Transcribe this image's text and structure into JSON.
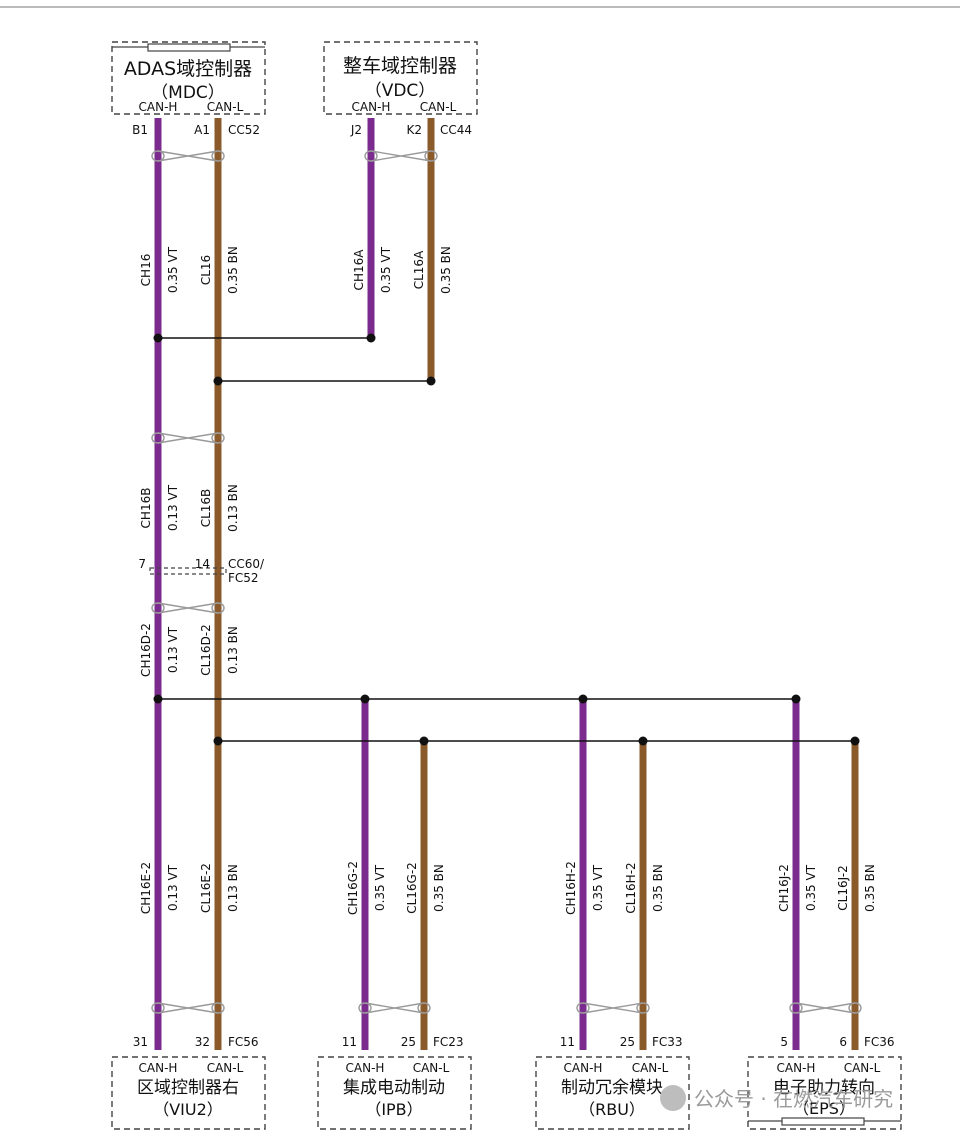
{
  "colors": {
    "vt": "#7b2a8e",
    "bn": "#8b5a2b",
    "line": "#111111"
  },
  "modules": {
    "mdc": {
      "name": "ADAS域控制器",
      "code": "（MDC）",
      "h": "CAN-H",
      "l": "CAN-L",
      "pin_h": "B1",
      "pin_l": "A1",
      "conn": "CC52"
    },
    "vdc": {
      "name": "整车域控制器",
      "code": "（VDC）",
      "h": "CAN-H",
      "l": "CAN-L",
      "pin_h": "J2",
      "pin_l": "K2",
      "conn": "CC44"
    },
    "viu2": {
      "name": "区域控制器右",
      "code": "（VIU2）",
      "h": "CAN-H",
      "l": "CAN-L",
      "pin_h": "31",
      "pin_l": "32",
      "conn": "FC56"
    },
    "ipb": {
      "name": "集成电动制动",
      "code": "（IPB）",
      "h": "CAN-H",
      "l": "CAN-L",
      "pin_h": "11",
      "pin_l": "25",
      "conn": "FC23"
    },
    "rbu": {
      "name": "制动冗余模块",
      "code": "（RBU）",
      "h": "CAN-H",
      "l": "CAN-L",
      "pin_h": "11",
      "pin_l": "25",
      "conn": "FC33"
    },
    "eps": {
      "name": "电子助力转向",
      "code": "（EPS）",
      "h": "CAN-H",
      "l": "CAN-L",
      "pin_h": "5",
      "pin_l": "6",
      "conn": "FC36"
    }
  },
  "inline_connector": {
    "pin_h": "7",
    "pin_l": "14",
    "conn_a": "CC60/",
    "conn_b": "FC52"
  },
  "wires": {
    "ch16": {
      "id": "CH16",
      "spec": "0.35 VT"
    },
    "cl16": {
      "id": "CL16",
      "spec": "0.35 BN"
    },
    "ch16a": {
      "id": "CH16A",
      "spec": "0.35 VT"
    },
    "cl16a": {
      "id": "CL16A",
      "spec": "0.35 BN"
    },
    "ch16b": {
      "id": "CH16B",
      "spec": "0.13 VT"
    },
    "cl16b": {
      "id": "CL16B",
      "spec": "0.13 BN"
    },
    "ch16d2": {
      "id": "CH16D-2",
      "spec": "0.13 VT"
    },
    "cl16d2": {
      "id": "CL16D-2",
      "spec": "0.13 BN"
    },
    "ch16e2": {
      "id": "CH16E-2",
      "spec": "0.13 VT"
    },
    "cl16e2": {
      "id": "CL16E-2",
      "spec": "0.13 BN"
    },
    "ch16g2": {
      "id": "CH16G-2",
      "spec": "0.35 VT"
    },
    "cl16g2": {
      "id": "CL16G-2",
      "spec": "0.35 BN"
    },
    "ch16h2": {
      "id": "CH16H-2",
      "spec": "0.35 VT"
    },
    "cl16h2": {
      "id": "CL16H-2",
      "spec": "0.35 BN"
    },
    "ch16j2": {
      "id": "CH16J-2",
      "spec": "0.35 VT"
    },
    "cl16j2": {
      "id": "CL16J-2",
      "spec": "0.35 BN"
    }
  },
  "watermark": {
    "text": "公众号 · 在燃汽车研究",
    "logo_icon": "wechat-logo-icon"
  }
}
